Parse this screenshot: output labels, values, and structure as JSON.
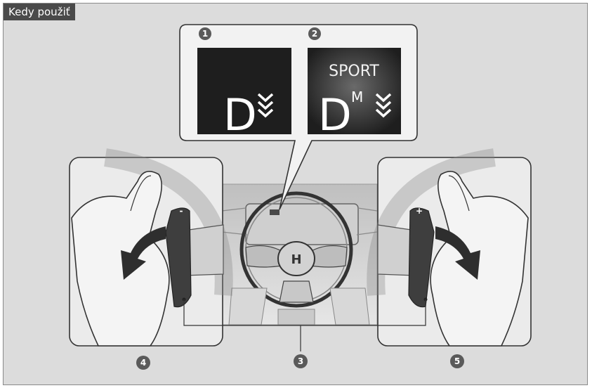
{
  "page": {
    "header_label": "Kedy použiť"
  },
  "displays": [
    {
      "callout": "1",
      "gear": "D",
      "mode": "",
      "manual": ""
    },
    {
      "callout": "2",
      "gear": "D",
      "mode": "SPORT",
      "manual": "M"
    }
  ],
  "callouts": {
    "left_paddle": "4",
    "center_wheel": "3",
    "right_paddle": "5"
  },
  "paddles": {
    "left_symbol": "-",
    "right_symbol": "+"
  },
  "colors": {
    "background": "#dcdcdc",
    "display_bg": "#1e1e1e",
    "callout_badge": "#5a5a5a",
    "arrow": "#2e2e2e"
  }
}
